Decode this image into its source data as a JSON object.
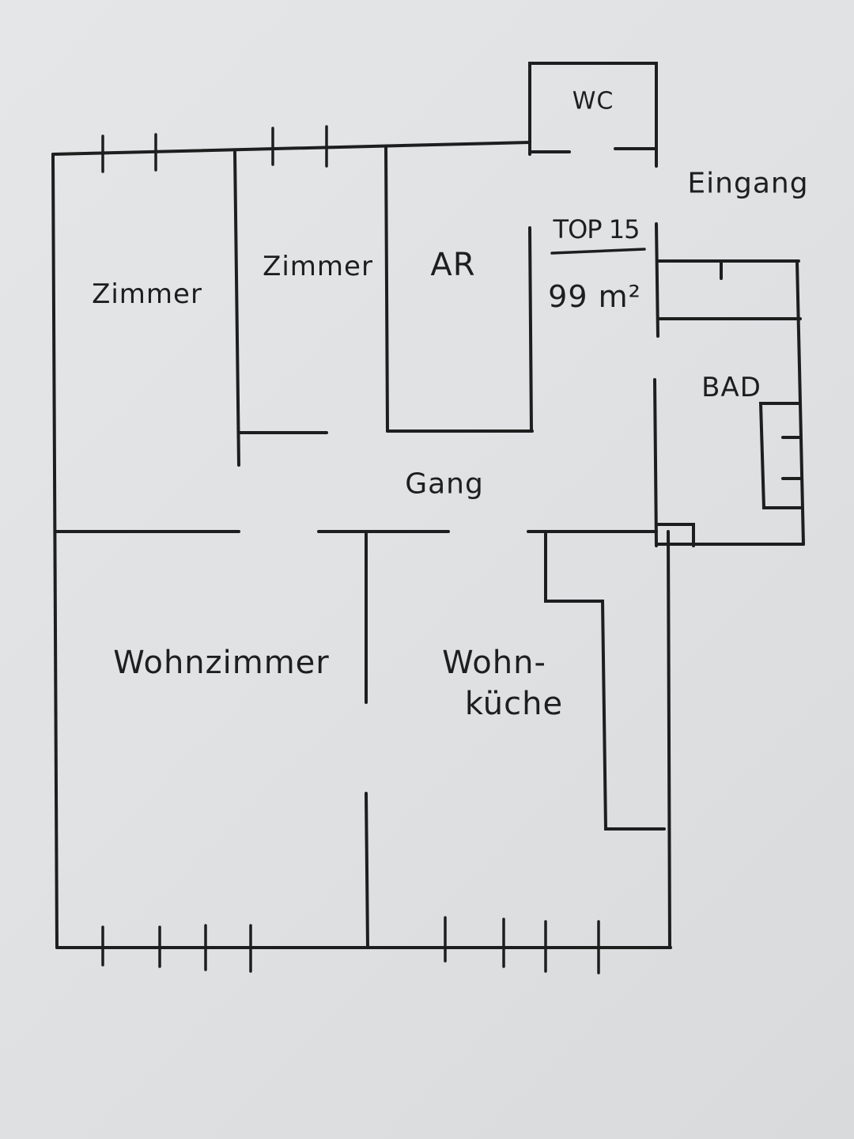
{
  "plan": {
    "unit_label": "TOP 15",
    "area": "99 m²",
    "entrance": "Eingang",
    "rooms": {
      "wc": "WC",
      "zimmer1": "Zimmer",
      "zimmer2": "Zimmer",
      "ar": "AR",
      "bad": "BAD",
      "gang": "Gang",
      "wohnzimmer": "Wohnzimmer",
      "wohnkueche_1": "Wohn-",
      "wohnkueche_2": "küche"
    }
  },
  "colors": {
    "ink": "#1e1e1e",
    "paper": "#e2e4e6"
  }
}
